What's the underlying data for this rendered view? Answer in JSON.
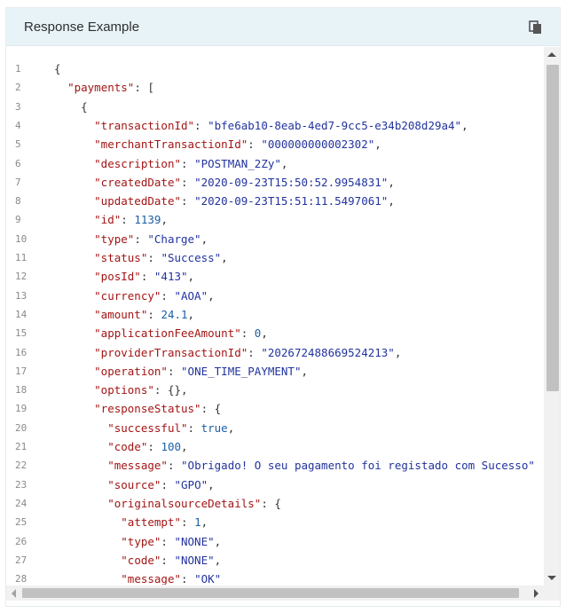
{
  "header": {
    "title": "Response Example",
    "copy_icon": "copy-icon"
  },
  "colors": {
    "header_bg": "#e8f3f8",
    "key": "#a31515",
    "string": "#22339e",
    "number": "#1c5fa6"
  },
  "code_lines": [
    {
      "n": "1",
      "t": [
        [
          "p",
          "{"
        ]
      ]
    },
    {
      "n": "2",
      "t": [
        [
          "p",
          "  "
        ],
        [
          "k",
          "\"payments\""
        ],
        [
          "p",
          ": ["
        ]
      ]
    },
    {
      "n": "3",
      "t": [
        [
          "p",
          "    {"
        ]
      ]
    },
    {
      "n": "4",
      "t": [
        [
          "p",
          "      "
        ],
        [
          "k",
          "\"transactionId\""
        ],
        [
          "p",
          ": "
        ],
        [
          "s",
          "\"bfe6ab10-8eab-4ed7-9cc5-e34b208d29a4\""
        ],
        [
          "p",
          ","
        ]
      ]
    },
    {
      "n": "5",
      "t": [
        [
          "p",
          "      "
        ],
        [
          "k",
          "\"merchantTransactionId\""
        ],
        [
          "p",
          ": "
        ],
        [
          "s",
          "\"000000000002302\""
        ],
        [
          "p",
          ","
        ]
      ]
    },
    {
      "n": "6",
      "t": [
        [
          "p",
          "      "
        ],
        [
          "k",
          "\"description\""
        ],
        [
          "p",
          ": "
        ],
        [
          "s",
          "\"POSTMAN_2Zy\""
        ],
        [
          "p",
          ","
        ]
      ]
    },
    {
      "n": "7",
      "t": [
        [
          "p",
          "      "
        ],
        [
          "k",
          "\"createdDate\""
        ],
        [
          "p",
          ": "
        ],
        [
          "s",
          "\"2020-09-23T15:50:52.9954831\""
        ],
        [
          "p",
          ","
        ]
      ]
    },
    {
      "n": "8",
      "t": [
        [
          "p",
          "      "
        ],
        [
          "k",
          "\"updatedDate\""
        ],
        [
          "p",
          ": "
        ],
        [
          "s",
          "\"2020-09-23T15:51:11.5497061\""
        ],
        [
          "p",
          ","
        ]
      ]
    },
    {
      "n": "9",
      "t": [
        [
          "p",
          "      "
        ],
        [
          "k",
          "\"id\""
        ],
        [
          "p",
          ": "
        ],
        [
          "n",
          "1139"
        ],
        [
          "p",
          ","
        ]
      ]
    },
    {
      "n": "10",
      "t": [
        [
          "p",
          "      "
        ],
        [
          "k",
          "\"type\""
        ],
        [
          "p",
          ": "
        ],
        [
          "s",
          "\"Charge\""
        ],
        [
          "p",
          ","
        ]
      ]
    },
    {
      "n": "11",
      "t": [
        [
          "p",
          "      "
        ],
        [
          "k",
          "\"status\""
        ],
        [
          "p",
          ": "
        ],
        [
          "s",
          "\"Success\""
        ],
        [
          "p",
          ","
        ]
      ]
    },
    {
      "n": "12",
      "t": [
        [
          "p",
          "      "
        ],
        [
          "k",
          "\"posId\""
        ],
        [
          "p",
          ": "
        ],
        [
          "s",
          "\"413\""
        ],
        [
          "p",
          ","
        ]
      ]
    },
    {
      "n": "13",
      "t": [
        [
          "p",
          "      "
        ],
        [
          "k",
          "\"currency\""
        ],
        [
          "p",
          ": "
        ],
        [
          "s",
          "\"AOA\""
        ],
        [
          "p",
          ","
        ]
      ]
    },
    {
      "n": "14",
      "t": [
        [
          "p",
          "      "
        ],
        [
          "k",
          "\"amount\""
        ],
        [
          "p",
          ": "
        ],
        [
          "n",
          "24.1"
        ],
        [
          "p",
          ","
        ]
      ]
    },
    {
      "n": "15",
      "t": [
        [
          "p",
          "      "
        ],
        [
          "k",
          "\"applicationFeeAmount\""
        ],
        [
          "p",
          ": "
        ],
        [
          "n",
          "0"
        ],
        [
          "p",
          ","
        ]
      ]
    },
    {
      "n": "16",
      "t": [
        [
          "p",
          "      "
        ],
        [
          "k",
          "\"providerTransactionId\""
        ],
        [
          "p",
          ": "
        ],
        [
          "s",
          "\"202672488669524213\""
        ],
        [
          "p",
          ","
        ]
      ]
    },
    {
      "n": "17",
      "t": [
        [
          "p",
          "      "
        ],
        [
          "k",
          "\"operation\""
        ],
        [
          "p",
          ": "
        ],
        [
          "s",
          "\"ONE_TIME_PAYMENT\""
        ],
        [
          "p",
          ","
        ]
      ]
    },
    {
      "n": "18",
      "t": [
        [
          "p",
          "      "
        ],
        [
          "k",
          "\"options\""
        ],
        [
          "p",
          ": {},"
        ]
      ]
    },
    {
      "n": "19",
      "t": [
        [
          "p",
          "      "
        ],
        [
          "k",
          "\"responseStatus\""
        ],
        [
          "p",
          ": {"
        ]
      ]
    },
    {
      "n": "20",
      "t": [
        [
          "p",
          "        "
        ],
        [
          "k",
          "\"successful\""
        ],
        [
          "p",
          ": "
        ],
        [
          "b",
          "true"
        ],
        [
          "p",
          ","
        ]
      ]
    },
    {
      "n": "21",
      "t": [
        [
          "p",
          "        "
        ],
        [
          "k",
          "\"code\""
        ],
        [
          "p",
          ": "
        ],
        [
          "n",
          "100"
        ],
        [
          "p",
          ","
        ]
      ]
    },
    {
      "n": "22",
      "t": [
        [
          "p",
          "        "
        ],
        [
          "k",
          "\"message\""
        ],
        [
          "p",
          ": "
        ],
        [
          "s",
          "\"Obrigado! O seu pagamento foi registado com Sucesso\""
        ]
      ]
    },
    {
      "n": "23",
      "t": [
        [
          "p",
          "        "
        ],
        [
          "k",
          "\"source\""
        ],
        [
          "p",
          ": "
        ],
        [
          "s",
          "\"GPO\""
        ],
        [
          "p",
          ","
        ]
      ]
    },
    {
      "n": "24",
      "t": [
        [
          "p",
          "        "
        ],
        [
          "k",
          "\"originalsourceDetails\""
        ],
        [
          "p",
          ": {"
        ]
      ]
    },
    {
      "n": "25",
      "t": [
        [
          "p",
          "          "
        ],
        [
          "k",
          "\"attempt\""
        ],
        [
          "p",
          ": "
        ],
        [
          "n",
          "1"
        ],
        [
          "p",
          ","
        ]
      ]
    },
    {
      "n": "26",
      "t": [
        [
          "p",
          "          "
        ],
        [
          "k",
          "\"type\""
        ],
        [
          "p",
          ": "
        ],
        [
          "s",
          "\"NONE\""
        ],
        [
          "p",
          ","
        ]
      ]
    },
    {
      "n": "27",
      "t": [
        [
          "p",
          "          "
        ],
        [
          "k",
          "\"code\""
        ],
        [
          "p",
          ": "
        ],
        [
          "s",
          "\"NONE\""
        ],
        [
          "p",
          ","
        ]
      ]
    },
    {
      "n": "28",
      "t": [
        [
          "p",
          "          "
        ],
        [
          "k",
          "\"message\""
        ],
        [
          "p",
          ": "
        ],
        [
          "s",
          "\"OK\""
        ]
      ]
    }
  ]
}
